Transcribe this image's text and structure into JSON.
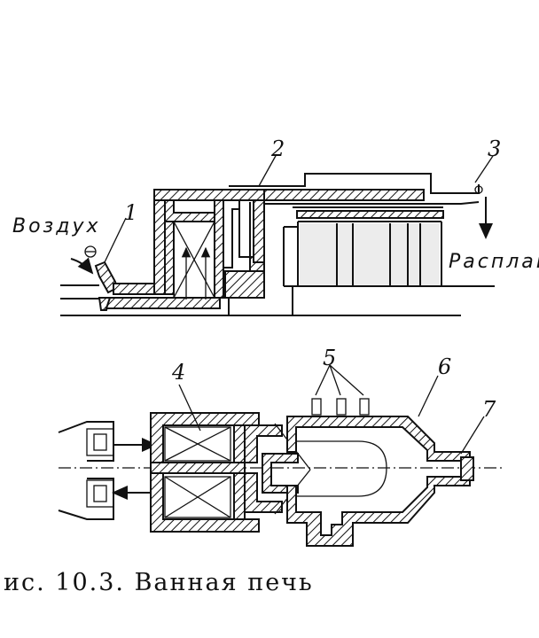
{
  "labels": {
    "air": "Воздух",
    "melt": "Расплав",
    "n1": "1",
    "n2": "2",
    "n3": "3",
    "n4": "4",
    "n5": "5",
    "n6": "6",
    "n7": "7"
  },
  "caption": "ис.  10.3.  Ванная  печь"
}
